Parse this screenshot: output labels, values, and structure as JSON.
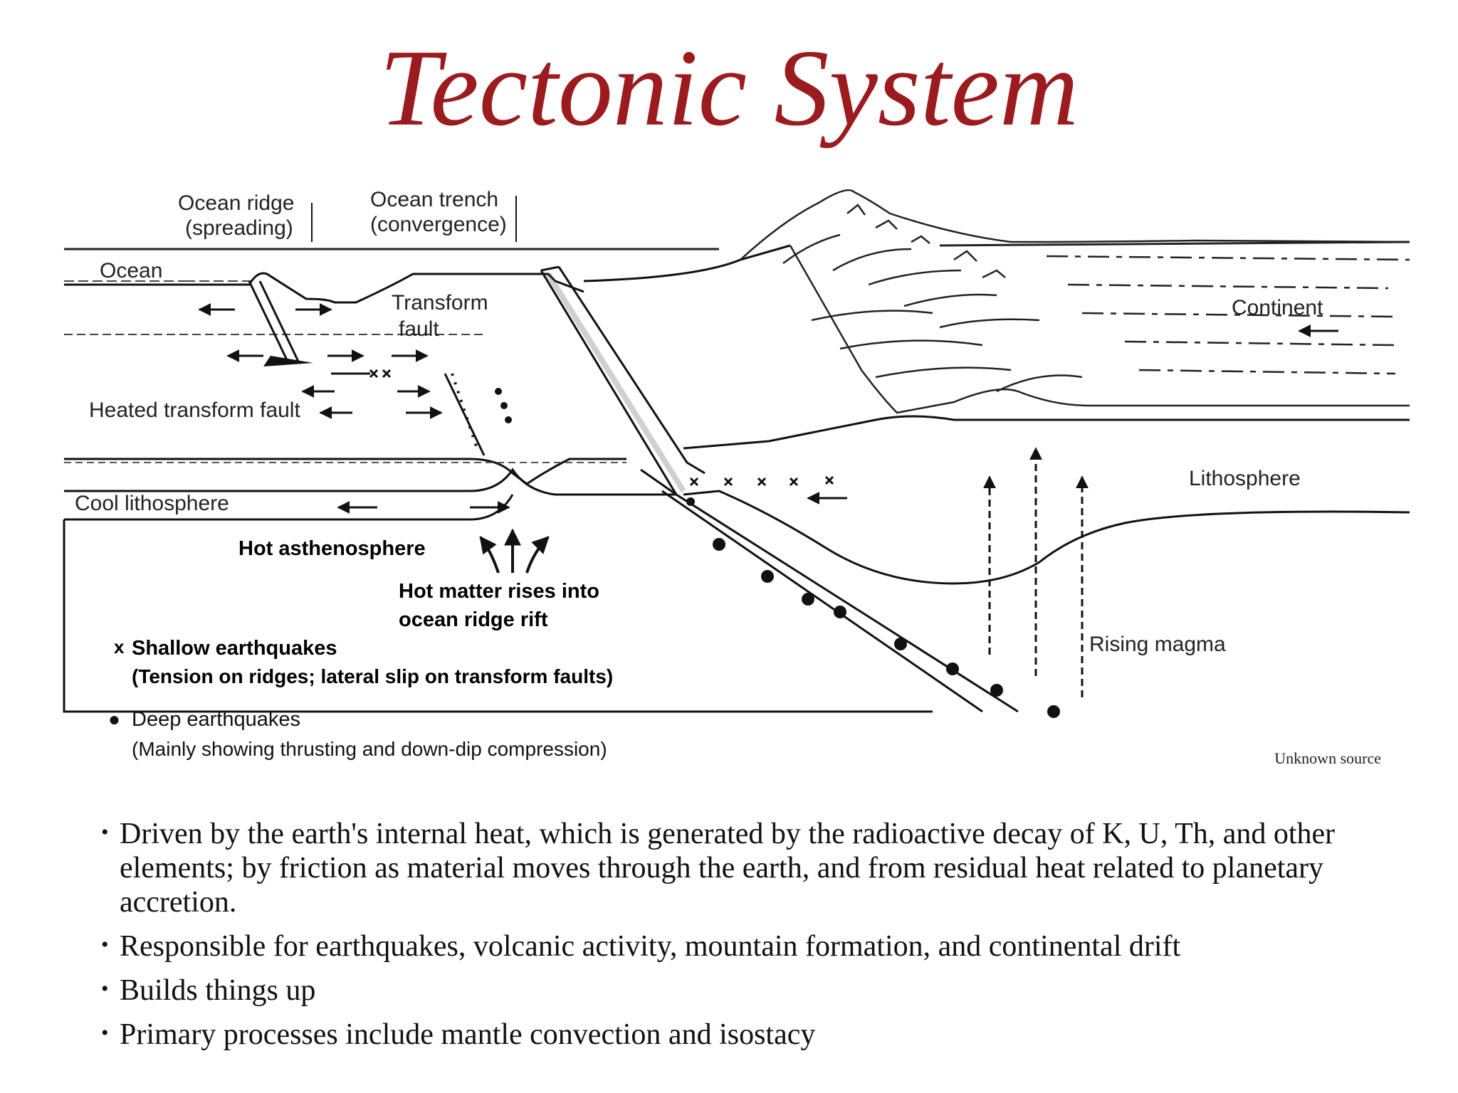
{
  "title": "Tectonic System",
  "diagram": {
    "labels": {
      "ocean_ridge_1": "Ocean ridge",
      "ocean_ridge_2": "(spreading)",
      "ocean_trench_1": "Ocean trench",
      "ocean_trench_2": "(convergence)",
      "ocean": "Ocean",
      "transform_fault_1": "Transform",
      "transform_fault_2": "fault",
      "continent": "Continent",
      "heated_transform_fault": "Heated transform fault",
      "cool_lithosphere": "Cool lithosphere",
      "lithosphere": "Lithosphere",
      "hot_asthenosphere": "Hot asthenosphere",
      "hot_matter_1": "Hot matter rises into",
      "hot_matter_2": "ocean ridge rift",
      "rising_magma": "Rising magma"
    },
    "legend": {
      "shallow_symbol": "x",
      "shallow_title": "Shallow earthquakes",
      "shallow_desc": "(Tension on ridges; lateral slip on transform faults)",
      "deep_symbol": "●",
      "deep_title": "Deep earthquakes",
      "deep_desc": "(Mainly showing thrusting and down-dip compression)"
    },
    "credit": "Unknown source"
  },
  "bullets": [
    "Driven by the earth's internal heat, which is generated by the radioactive decay of K, U, Th, and other elements; by friction as material moves through the earth, and from residual heat related to planetary accretion.",
    "Responsible for earthquakes, volcanic activity, mountain formation, and continental drift",
    "Builds things up",
    "Primary processes include mantle convection and isostacy"
  ]
}
